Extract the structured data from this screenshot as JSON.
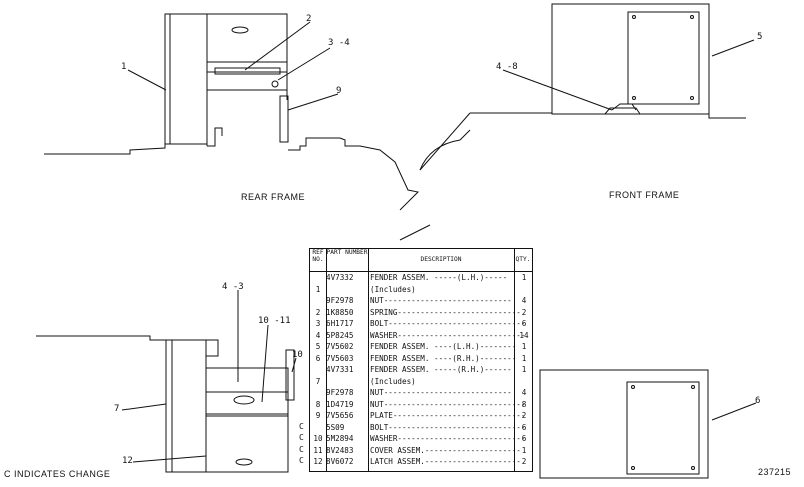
{
  "captions": {
    "rear_frame": "REAR FRAME",
    "front_frame": "FRONT FRAME",
    "change_note": "C INDICATES CHANGE",
    "drawing_number": "237215"
  },
  "callouts": {
    "c1": "1",
    "c2": "2",
    "c3_4_top": "3 -4",
    "c9_top": "9",
    "c5": "5",
    "c4_8": "4 -8",
    "c4_3": "4 -3",
    "c10_11": "10 -11",
    "c10": "10",
    "c7": "7",
    "c12": "12",
    "c6": "6"
  },
  "table": {
    "headers": {
      "ref": "REF NO.",
      "part": "PART NUMBER",
      "desc": "DESCRIPTION",
      "qty": "QTY."
    },
    "rows": [
      {
        "chg": "",
        "ref": "",
        "part": "4V7332",
        "desc": "FENDER ASSEM. -----(L.H.)-----",
        "qty": "1"
      },
      {
        "chg": "",
        "ref": "1",
        "part": "",
        "desc": "(Includes)",
        "qty": ""
      },
      {
        "chg": "",
        "ref": "",
        "part": "9F2978",
        "desc": "NUT----------------------------",
        "qty": "4"
      },
      {
        "chg": "",
        "ref": "2",
        "part": "1K8850",
        "desc": "SPRING---------------------------",
        "qty": "2"
      },
      {
        "chg": "",
        "ref": "3",
        "part": "6H1717",
        "desc": "BOLT------------------------------",
        "qty": "6"
      },
      {
        "chg": "",
        "ref": "4",
        "part": "5P8245",
        "desc": "WASHER----------------------------",
        "qty": "14"
      },
      {
        "chg": "",
        "ref": "5",
        "part": "7V5602",
        "desc": "FENDER ASSEM. ----(L.H.)--------",
        "qty": "1"
      },
      {
        "chg": "",
        "ref": "6",
        "part": "7V5603",
        "desc": "FENDER ASSEM. ----(R.H.)--------",
        "qty": "1"
      },
      {
        "chg": "",
        "ref": "",
        "part": "4V7331",
        "desc": "FENDER ASSEM. -----(R.H.)------",
        "qty": "1"
      },
      {
        "chg": "",
        "ref": "7",
        "part": "",
        "desc": "(Includes)",
        "qty": ""
      },
      {
        "chg": "",
        "ref": "",
        "part": "9F2978",
        "desc": "NUT----------------------------",
        "qty": "4"
      },
      {
        "chg": "",
        "ref": "8",
        "part": "1D4719",
        "desc": "NUT-------------------------------",
        "qty": "8"
      },
      {
        "chg": "",
        "ref": "9",
        "part": "7V5656",
        "desc": "PLATE-----------------------------",
        "qty": "2"
      },
      {
        "chg": "C",
        "ref": "",
        "part": "5S09",
        "desc": "BOLT------------------------------",
        "qty": "6"
      },
      {
        "chg": "C",
        "ref": "10",
        "part": "5M2894",
        "desc": "WASHER----------------------------",
        "qty": "6"
      },
      {
        "chg": "C",
        "ref": "11",
        "part": "8V2483",
        "desc": "COVER ASSEM.---------------------",
        "qty": "1"
      },
      {
        "chg": "C",
        "ref": "12",
        "part": "8V6072",
        "desc": "LATCH ASSEM.---------------------",
        "qty": "2"
      }
    ]
  }
}
